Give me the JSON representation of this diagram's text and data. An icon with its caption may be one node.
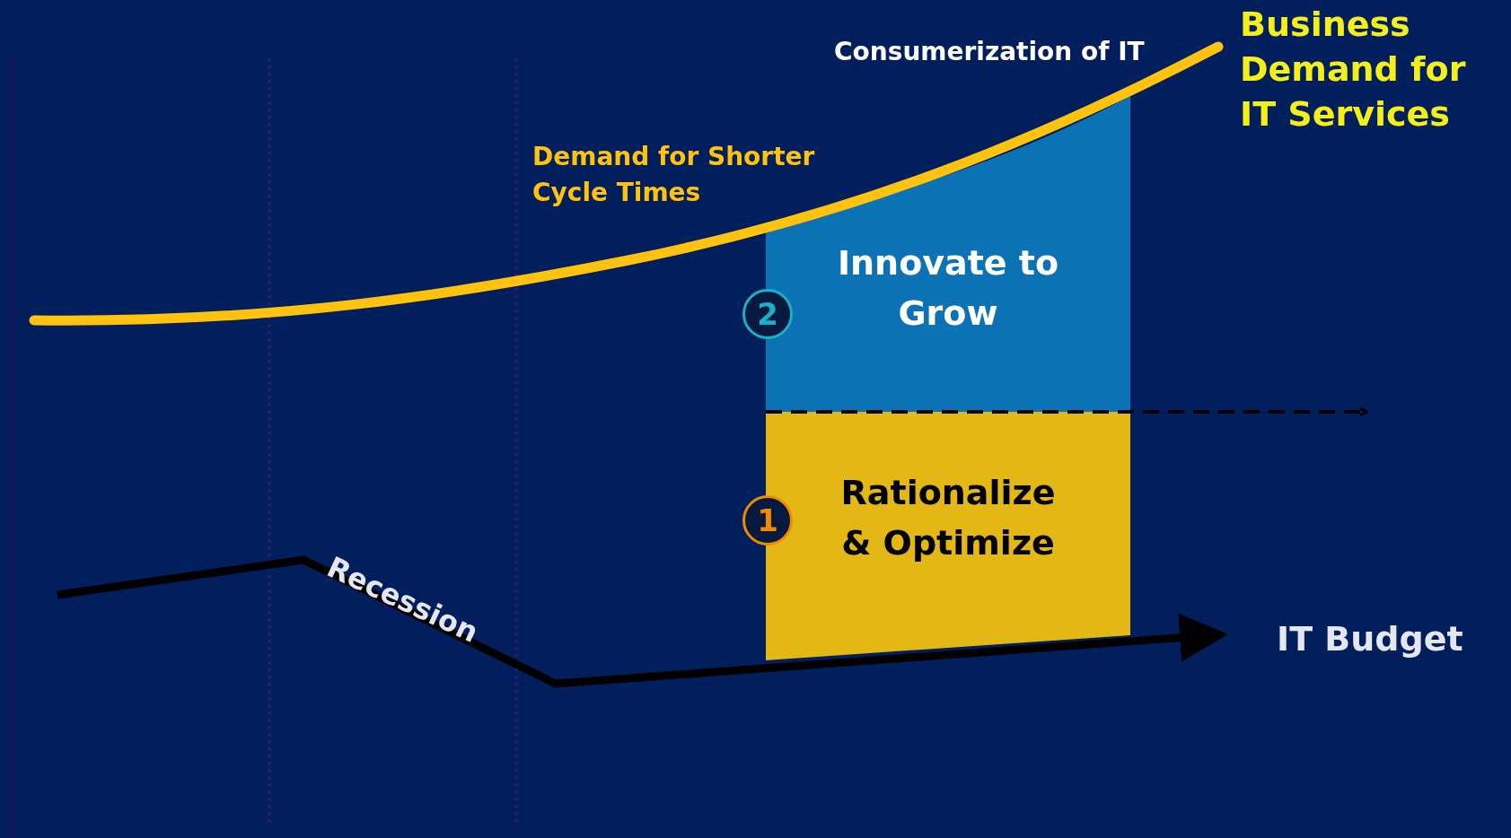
{
  "diagram": {
    "nodes": [
      {
        "text": [
          "2"
        ]
      },
      {
        "text": [
          "Innovate to Grow"
        ]
      },
      {
        "text": [
          "1"
        ]
      },
      {
        "text": [
          "Rationalize & Optimize"
        ]
      }
    ],
    "labels": [
      "Business Demand for IT Services",
      "Consumerization of IT",
      "Demand for Shorter Cycle Times",
      "Recession",
      "IT Budget"
    ]
  }
}
